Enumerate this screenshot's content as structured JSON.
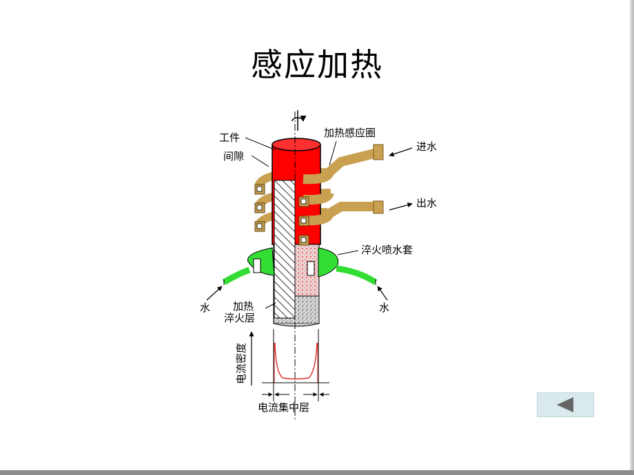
{
  "slide": {
    "title": "感应加热"
  },
  "diagram": {
    "labels": {
      "workpiece": "工件",
      "gap": "间隙",
      "coil": "加热感应圈",
      "water_in": "进水",
      "water_out": "出水",
      "spray_jacket": "淬火喷水套",
      "water_left": "水",
      "water_right": "水",
      "layer_line1": "加热",
      "layer_line2": "淬火层",
      "current_density": "电流密度",
      "current_layer": "电流集中层"
    },
    "colors": {
      "hot_zone": "#ff0000",
      "coil": "#c8a050",
      "spray": "#33dd33",
      "density_curve": "#e03030"
    }
  },
  "nav": {
    "back_icon": "triangle-left-icon"
  }
}
